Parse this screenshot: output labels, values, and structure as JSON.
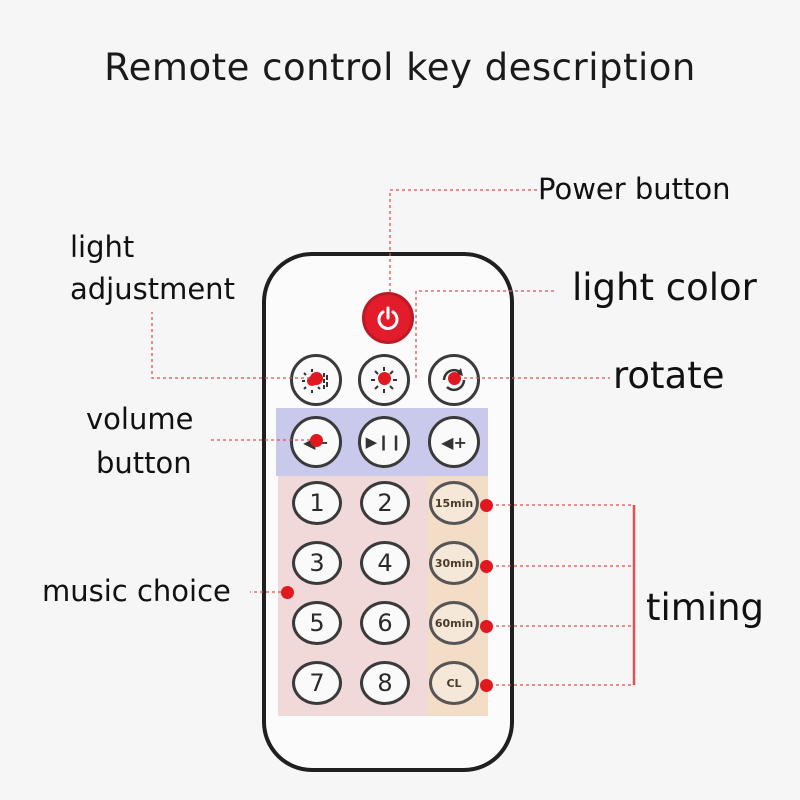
{
  "title": "Remote control key description",
  "labels": {
    "power": "Power button",
    "light_adjustment_1": "light",
    "light_adjustment_2": "adjustment",
    "light_color": "light color",
    "rotate": "rotate",
    "volume_1": "volume",
    "volume_2": "button",
    "music_choice": "music choice",
    "timing": "timing"
  },
  "buttons": {
    "numbers": [
      "1",
      "2",
      "3",
      "4",
      "5",
      "6",
      "7",
      "8"
    ],
    "timers": [
      "15min",
      "30min",
      "60min",
      "CL"
    ],
    "volume_down": "◀−",
    "play_pause": "▶❙❙",
    "volume_up": "◀+"
  },
  "colors": {
    "accent": "#e01820",
    "power_button": "#e31c2c",
    "volume_zone": "#c9c9ec",
    "music_zone": "#f2d9d9",
    "timer_zone": "#f3ddc7"
  }
}
